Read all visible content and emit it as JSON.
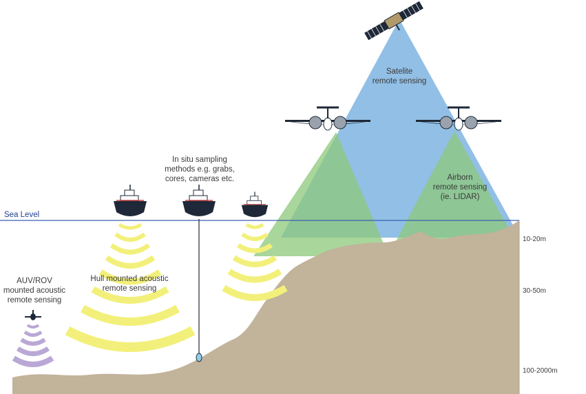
{
  "sea_level_label": "Sea Level",
  "labels": {
    "satellite": [
      "Satelite",
      "remote sensing"
    ],
    "airborne": [
      "Airborn",
      "remote sensing",
      "(ie. LIDAR)"
    ],
    "in_situ": [
      "In situ sampling",
      "methods e.g. grabs,",
      "cores, cameras etc."
    ],
    "hull": [
      "Hull mounted acoustic",
      "remote sensing"
    ],
    "auv": [
      "AUV/ROV",
      "mounted acoustic",
      "remote sensing"
    ]
  },
  "depth_markers": [
    "10-20m",
    "30-50m",
    "100-2000m"
  ],
  "colors": {
    "satellite_cone": "#7fb4e0",
    "airborne_cone": "#8cc87a",
    "acoustic_waves": "#f2f07a",
    "auv_waves": "#b9a8d6",
    "seabed": "#c2b39b",
    "sea_line": "#3a5fb0",
    "vessel": "#1e2838"
  },
  "icons": [
    "satellite-icon",
    "aircraft-icon",
    "ship-icon",
    "auv-icon",
    "grab-sampler-icon"
  ]
}
